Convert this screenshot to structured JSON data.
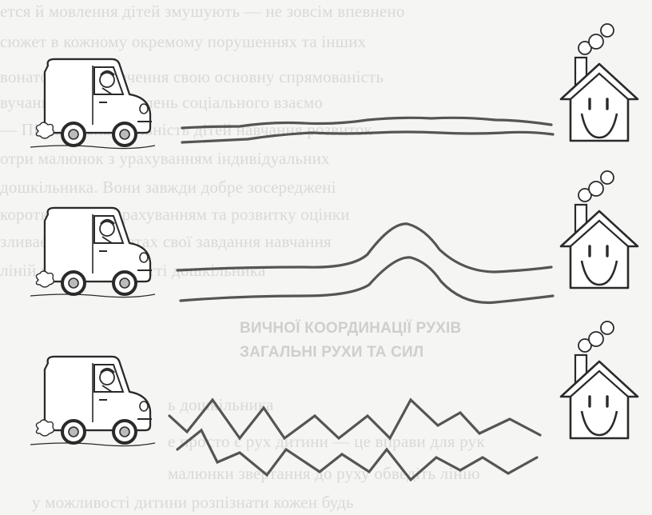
{
  "worksheet": {
    "rows": [
      {
        "path_style": "wavy",
        "vehicle": "van-icon",
        "target": "smiling-house-icon"
      },
      {
        "path_style": "hill",
        "vehicle": "van-icon",
        "target": "smiling-house-icon"
      },
      {
        "path_style": "zigzag",
        "vehicle": "van-icon",
        "target": "smiling-house-icon"
      }
    ],
    "line_color": "#555555"
  },
  "bleed_through": {
    "lines": [
      "ется й мовлення дітей змушують  — не зовсім впевнено",
      "сюжет   в кожному окремому порушеннях  та інших",
      "вонатов н а визначення свою основну спрямованість",
      "вучання      у   цій проявлень  соціального взаємо",
      "— Пізнавальна    діяльність  дітей  навчання   розвиток",
      "отри     малюнок    з урахуванням   індивідуальних",
      "дошкільника. Вони завжди добре     зосереджені",
      "коротке    дітей   з урахуванням  та   розвитку   оцінки",
      "зливає в  ці  предметах    свої  завдання   навчання",
      "ліній       в   дитячому   житті         дошкільника",
      "ВИЧНОЇ КООРДИНАЦІЇ РУХІВ",
      "ЗАГАЛЬНІ РУХИ ТА СИЛ",
      "ь дошкільника",
      "е   просто   є   рух дитини   — це вправи для рук",
      "малюнки   звертання до руху   обведіть   лінію",
      "у можливості   дитини   розпізнати   кожен   будь"
    ]
  }
}
